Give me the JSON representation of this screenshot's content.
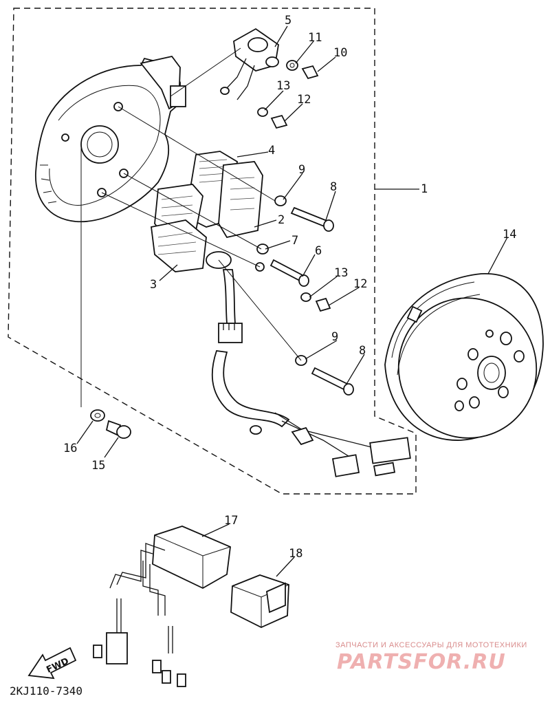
{
  "diagram": {
    "callouts": {
      "c1": "1",
      "c2": "2",
      "c3": "3",
      "c4": "4",
      "c5": "5",
      "c6": "6",
      "c7": "7",
      "c8a": "8",
      "c8b": "8",
      "c9a": "9",
      "c9b": "9",
      "c10": "10",
      "c11": "11",
      "c12a": "12",
      "c12b": "12",
      "c13a": "13",
      "c13b": "13",
      "c14": "14",
      "c15": "15",
      "c16": "16",
      "c17": "17",
      "c18": "18"
    },
    "fwd_label": "FWD",
    "drawing_code": "2KJ110-7340"
  },
  "watermark": {
    "tagline": "ЗАПЧАСТИ И АКСЕССУАРЫ ДЛЯ МОТОТЕХНИКИ",
    "brand": "PARTSFOR.RU"
  }
}
